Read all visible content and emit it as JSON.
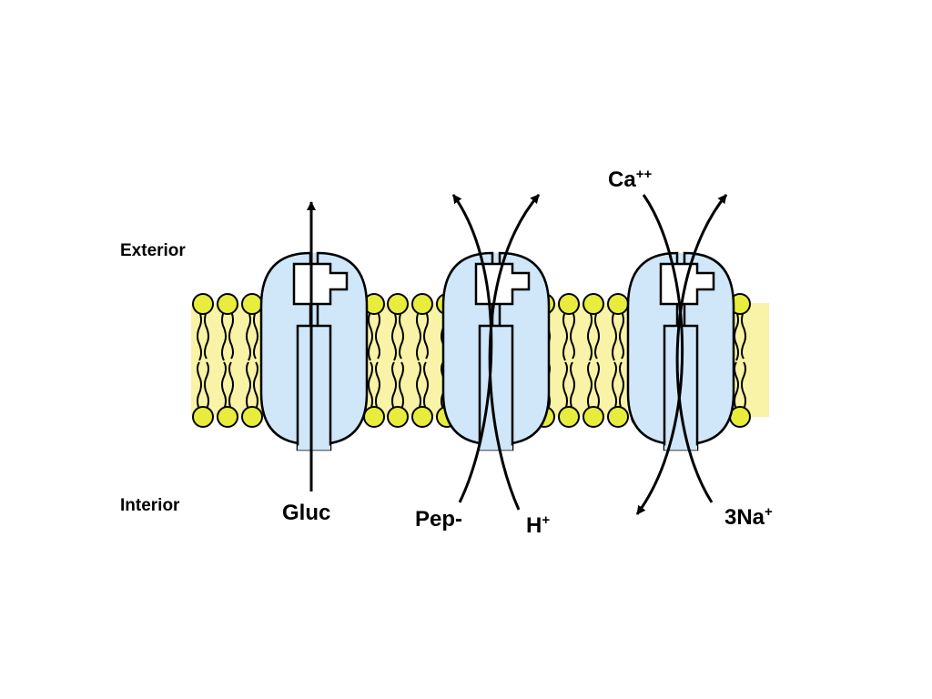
{
  "labels": {
    "exterior": "Exterior",
    "interior": "Interior",
    "gluc": "Gluc",
    "pep": "Pep-",
    "h": "H",
    "h_sup": "+",
    "ca": "Ca",
    "ca_sup": "++",
    "na": "3Na",
    "na_sup": "+"
  },
  "colors": {
    "membrane_fill": "#f8f3a6",
    "lipid_head": "#e8ec3c",
    "transporter_fill": "#cfe7f8",
    "stroke": "#000000",
    "background": "#ffffff"
  },
  "transporters": [
    {
      "name": "glucose-transporter",
      "mechanism": "uniport",
      "substrates": [
        "Gluc"
      ]
    },
    {
      "name": "peptide-proton-symporter",
      "mechanism": "symport",
      "substrates": [
        "Pep-",
        "H+"
      ]
    },
    {
      "name": "sodium-calcium-exchanger",
      "mechanism": "antiport",
      "substrates": [
        "Ca++",
        "3Na+"
      ]
    }
  ]
}
